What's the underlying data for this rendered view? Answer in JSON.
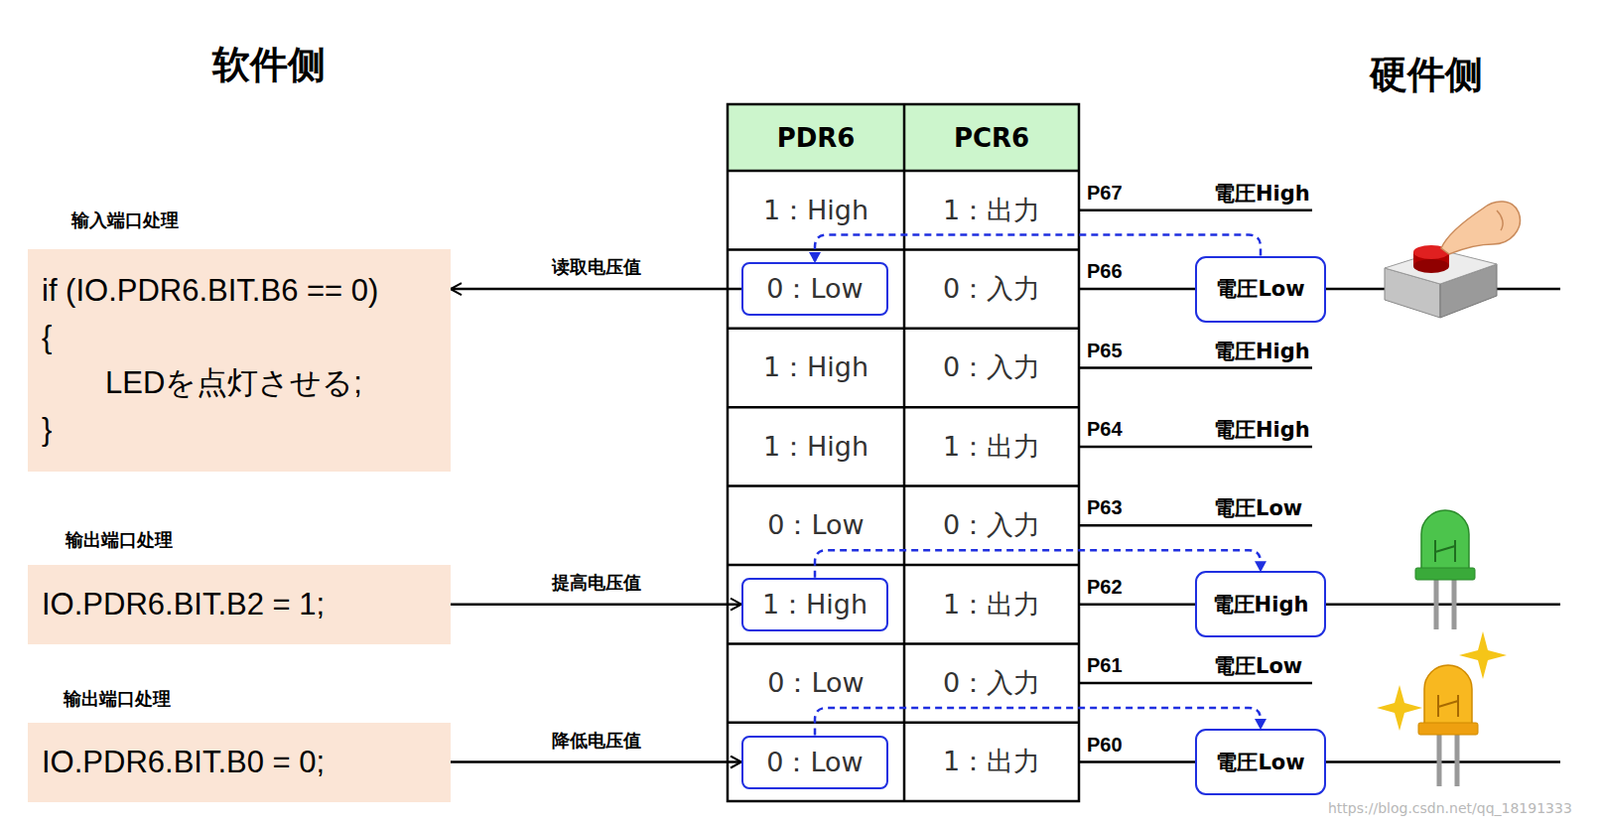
{
  "diagram": {
    "nodes": [
      {
        "text": [
          "if (IO.PDR6.BIT.B6 == 0)",
          "{",
          "LEDを点灯させる;",
          "}"
        ]
      },
      {
        "text": [
          "IO.PDR6.BIT.B2 = 1;"
        ]
      },
      {
        "text": [
          "IO.PDR6.BIT.B0 = 0;"
        ]
      },
      {
        "text": [
          "0：Low"
        ]
      },
      {
        "text": [
          "1：High"
        ]
      },
      {
        "text": [
          "0：Low"
        ]
      },
      {
        "text": [
          "電圧Low"
        ]
      },
      {
        "text": [
          "電圧High"
        ]
      },
      {
        "text": [
          "電圧Low"
        ]
      }
    ],
    "edges": [
      {
        "from": 3,
        "to": 0,
        "label": "读取电压值",
        "arrow": "to"
      },
      {
        "from": 1,
        "to": 4,
        "label": "提高电压值",
        "arrow": "to"
      },
      {
        "from": 2,
        "to": 5,
        "label": "降低电压值",
        "arrow": "to"
      },
      {
        "from": 6,
        "to": 3,
        "arrow": "to"
      },
      {
        "from": 4,
        "to": 7,
        "arrow": "to"
      },
      {
        "from": 5,
        "to": 8,
        "arrow": "to"
      }
    ],
    "labels": [
      "软件侧",
      "硬件侧",
      "输入端口处理",
      "输出端口处理",
      "输出端口处理",
      "PDR6",
      "PCR6",
      "1：High",
      "1：出力",
      "0：入力",
      "1：High",
      "0：入力",
      "1：High",
      "1：出力",
      "0：Low",
      "0：入力",
      "1：出力",
      "0：Low",
      "0：入力",
      "1：出力",
      "P67",
      "P66",
      "P65",
      "P64",
      "P63",
      "P62",
      "P61",
      "P60",
      "電圧High",
      "電圧High",
      "電圧High",
      "電圧Low",
      "電圧Low",
      "https://blog.csdn.net/qq_18191333"
    ]
  }
}
